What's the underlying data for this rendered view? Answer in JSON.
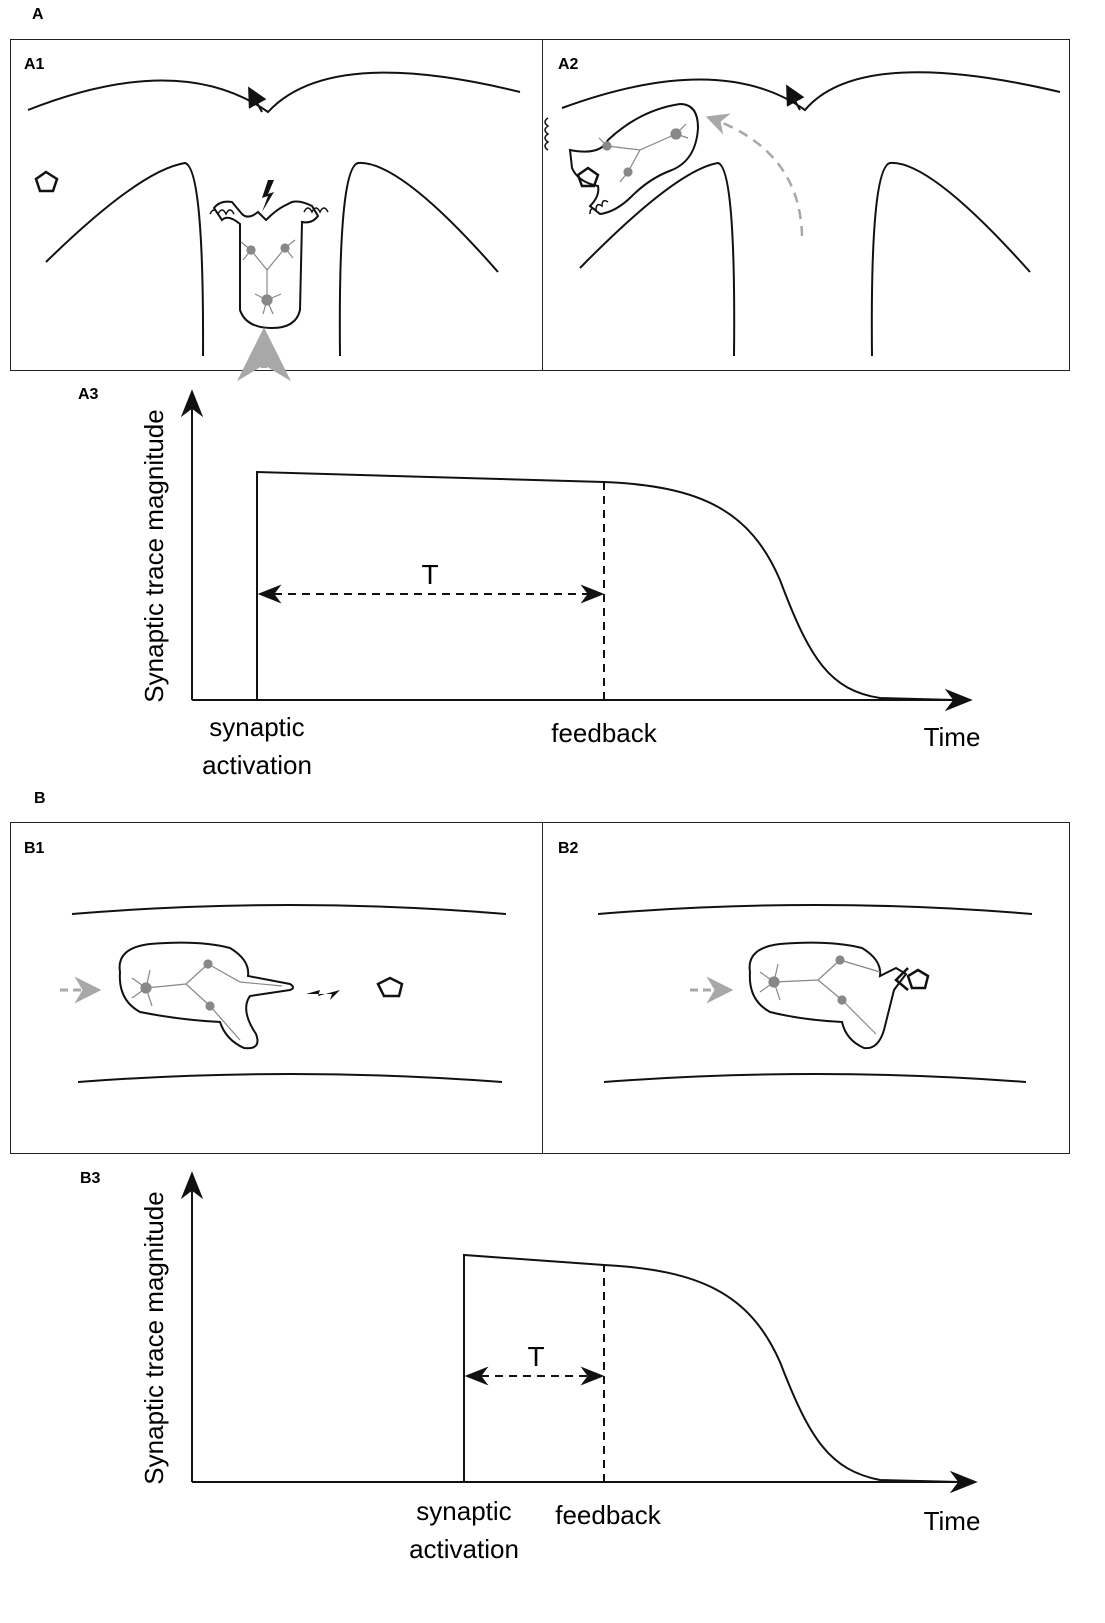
{
  "panel_a": {
    "letter": "A",
    "sub_labels": [
      "A1",
      "A2",
      "A3"
    ],
    "chart": {
      "ylabel": "Synaptic trace magnitude",
      "xlabel": "Time",
      "activation_label_line1": "synaptic",
      "activation_label_line2": "activation",
      "feedback_label": "feedback",
      "interval_label": "T"
    }
  },
  "panel_b": {
    "letter": "B",
    "sub_labels": [
      "B1",
      "B2",
      "B3"
    ],
    "chart": {
      "ylabel": "Synaptic trace magnitude",
      "xlabel": "Time",
      "activation_label_line1": "synaptic",
      "activation_label_line2": "activation",
      "feedback_label": "feedback",
      "interval_label": "T"
    }
  },
  "colors": {
    "line": "#111111",
    "gray_arrow": "#a8a8a8",
    "neuron": "#888888"
  },
  "icons": [
    "lightning-bolt-icon",
    "pentagon-odor-icon",
    "neuron-icon",
    "gray-arrow-icon"
  ]
}
